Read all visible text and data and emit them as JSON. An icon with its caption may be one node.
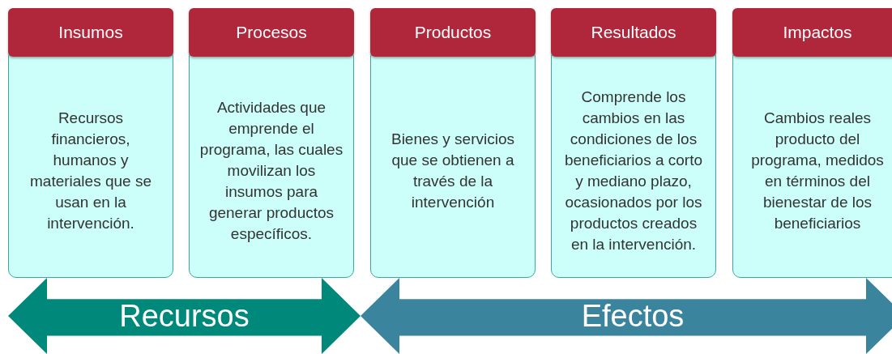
{
  "diagram": {
    "nodes": [
      {
        "text": [
          "Insumos",
          "Recursos financieros, humanos y materiales que se usan en la intervención."
        ]
      },
      {
        "text": [
          "Procesos",
          "Actividades que emprende el programa, las cuales movilizan los insumos para generar productos específicos."
        ]
      },
      {
        "text": [
          "Productos",
          "Bienes y servicios que se obtienen a través de la intervención"
        ]
      },
      {
        "text": [
          "Resultados",
          "Comprende los cambios en las condiciones de los beneficiarios a corto y mediano plazo, ocasionados por los productos creados en la intervención."
        ]
      },
      {
        "text": [
          "Impactos",
          "Cambios reales producto del programa, medidos en términos del bienestar de los beneficiarios"
        ]
      },
      {
        "text": [
          "Recursos"
        ]
      },
      {
        "text": [
          "Efectos"
        ]
      }
    ]
  }
}
